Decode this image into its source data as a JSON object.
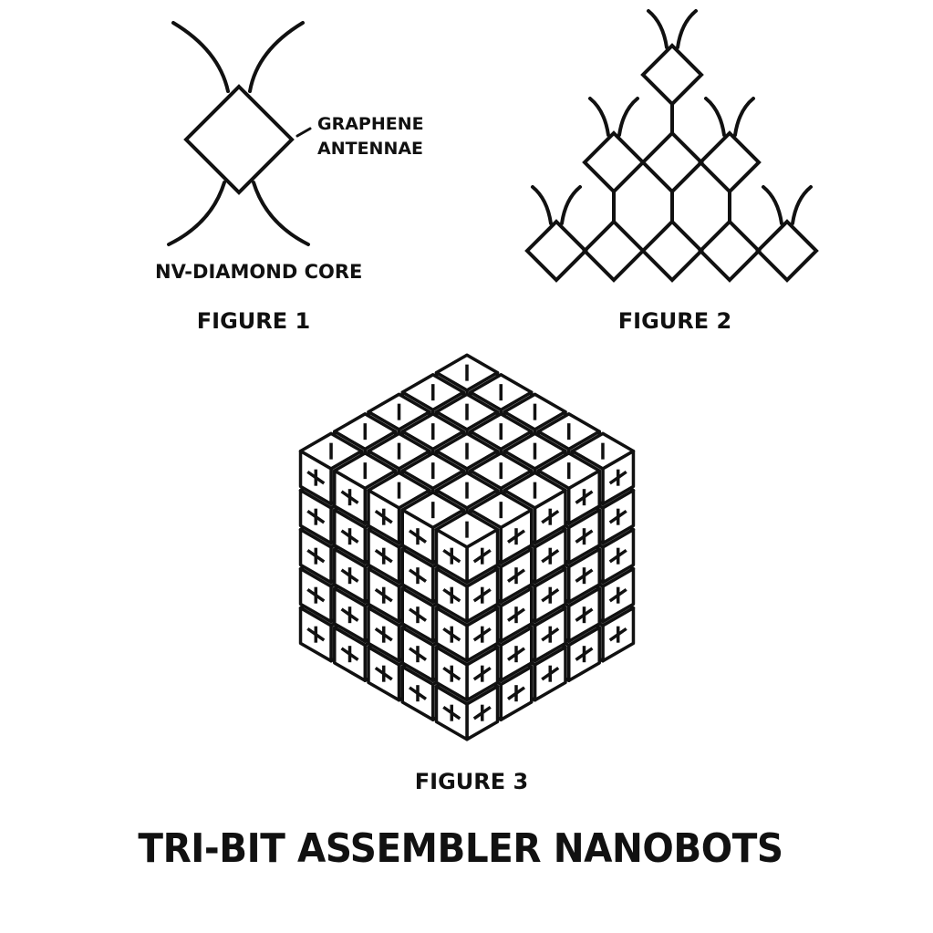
{
  "figure1": {
    "antenna_label_line1": "GRAPHENE",
    "antenna_label_line2": "ANTENNAE",
    "core_label": "NV-DIAMOND CORE",
    "caption": "FIGURE 1"
  },
  "figure2": {
    "caption": "FIGURE 2"
  },
  "figure3": {
    "caption": "FIGURE 3"
  },
  "title": "TRI-BIT ASSEMBLER NANOBOTS",
  "colors": {
    "ink": "#111111",
    "background": "#ffffff"
  }
}
